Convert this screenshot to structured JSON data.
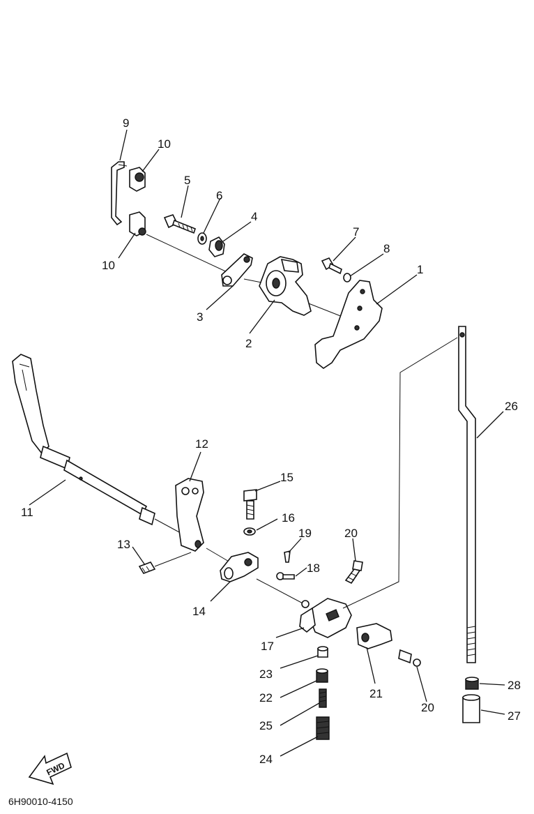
{
  "diagram": {
    "part_labels": [
      "1",
      "2",
      "3",
      "4",
      "5",
      "6",
      "7",
      "8",
      "9",
      "10",
      "10",
      "11",
      "12",
      "13",
      "14",
      "15",
      "16",
      "17",
      "18",
      "19",
      "20",
      "20",
      "21",
      "22",
      "23",
      "24",
      "25",
      "26",
      "27",
      "28"
    ],
    "direction_label": "FWD",
    "drawing_code": "6H90010-4150"
  }
}
